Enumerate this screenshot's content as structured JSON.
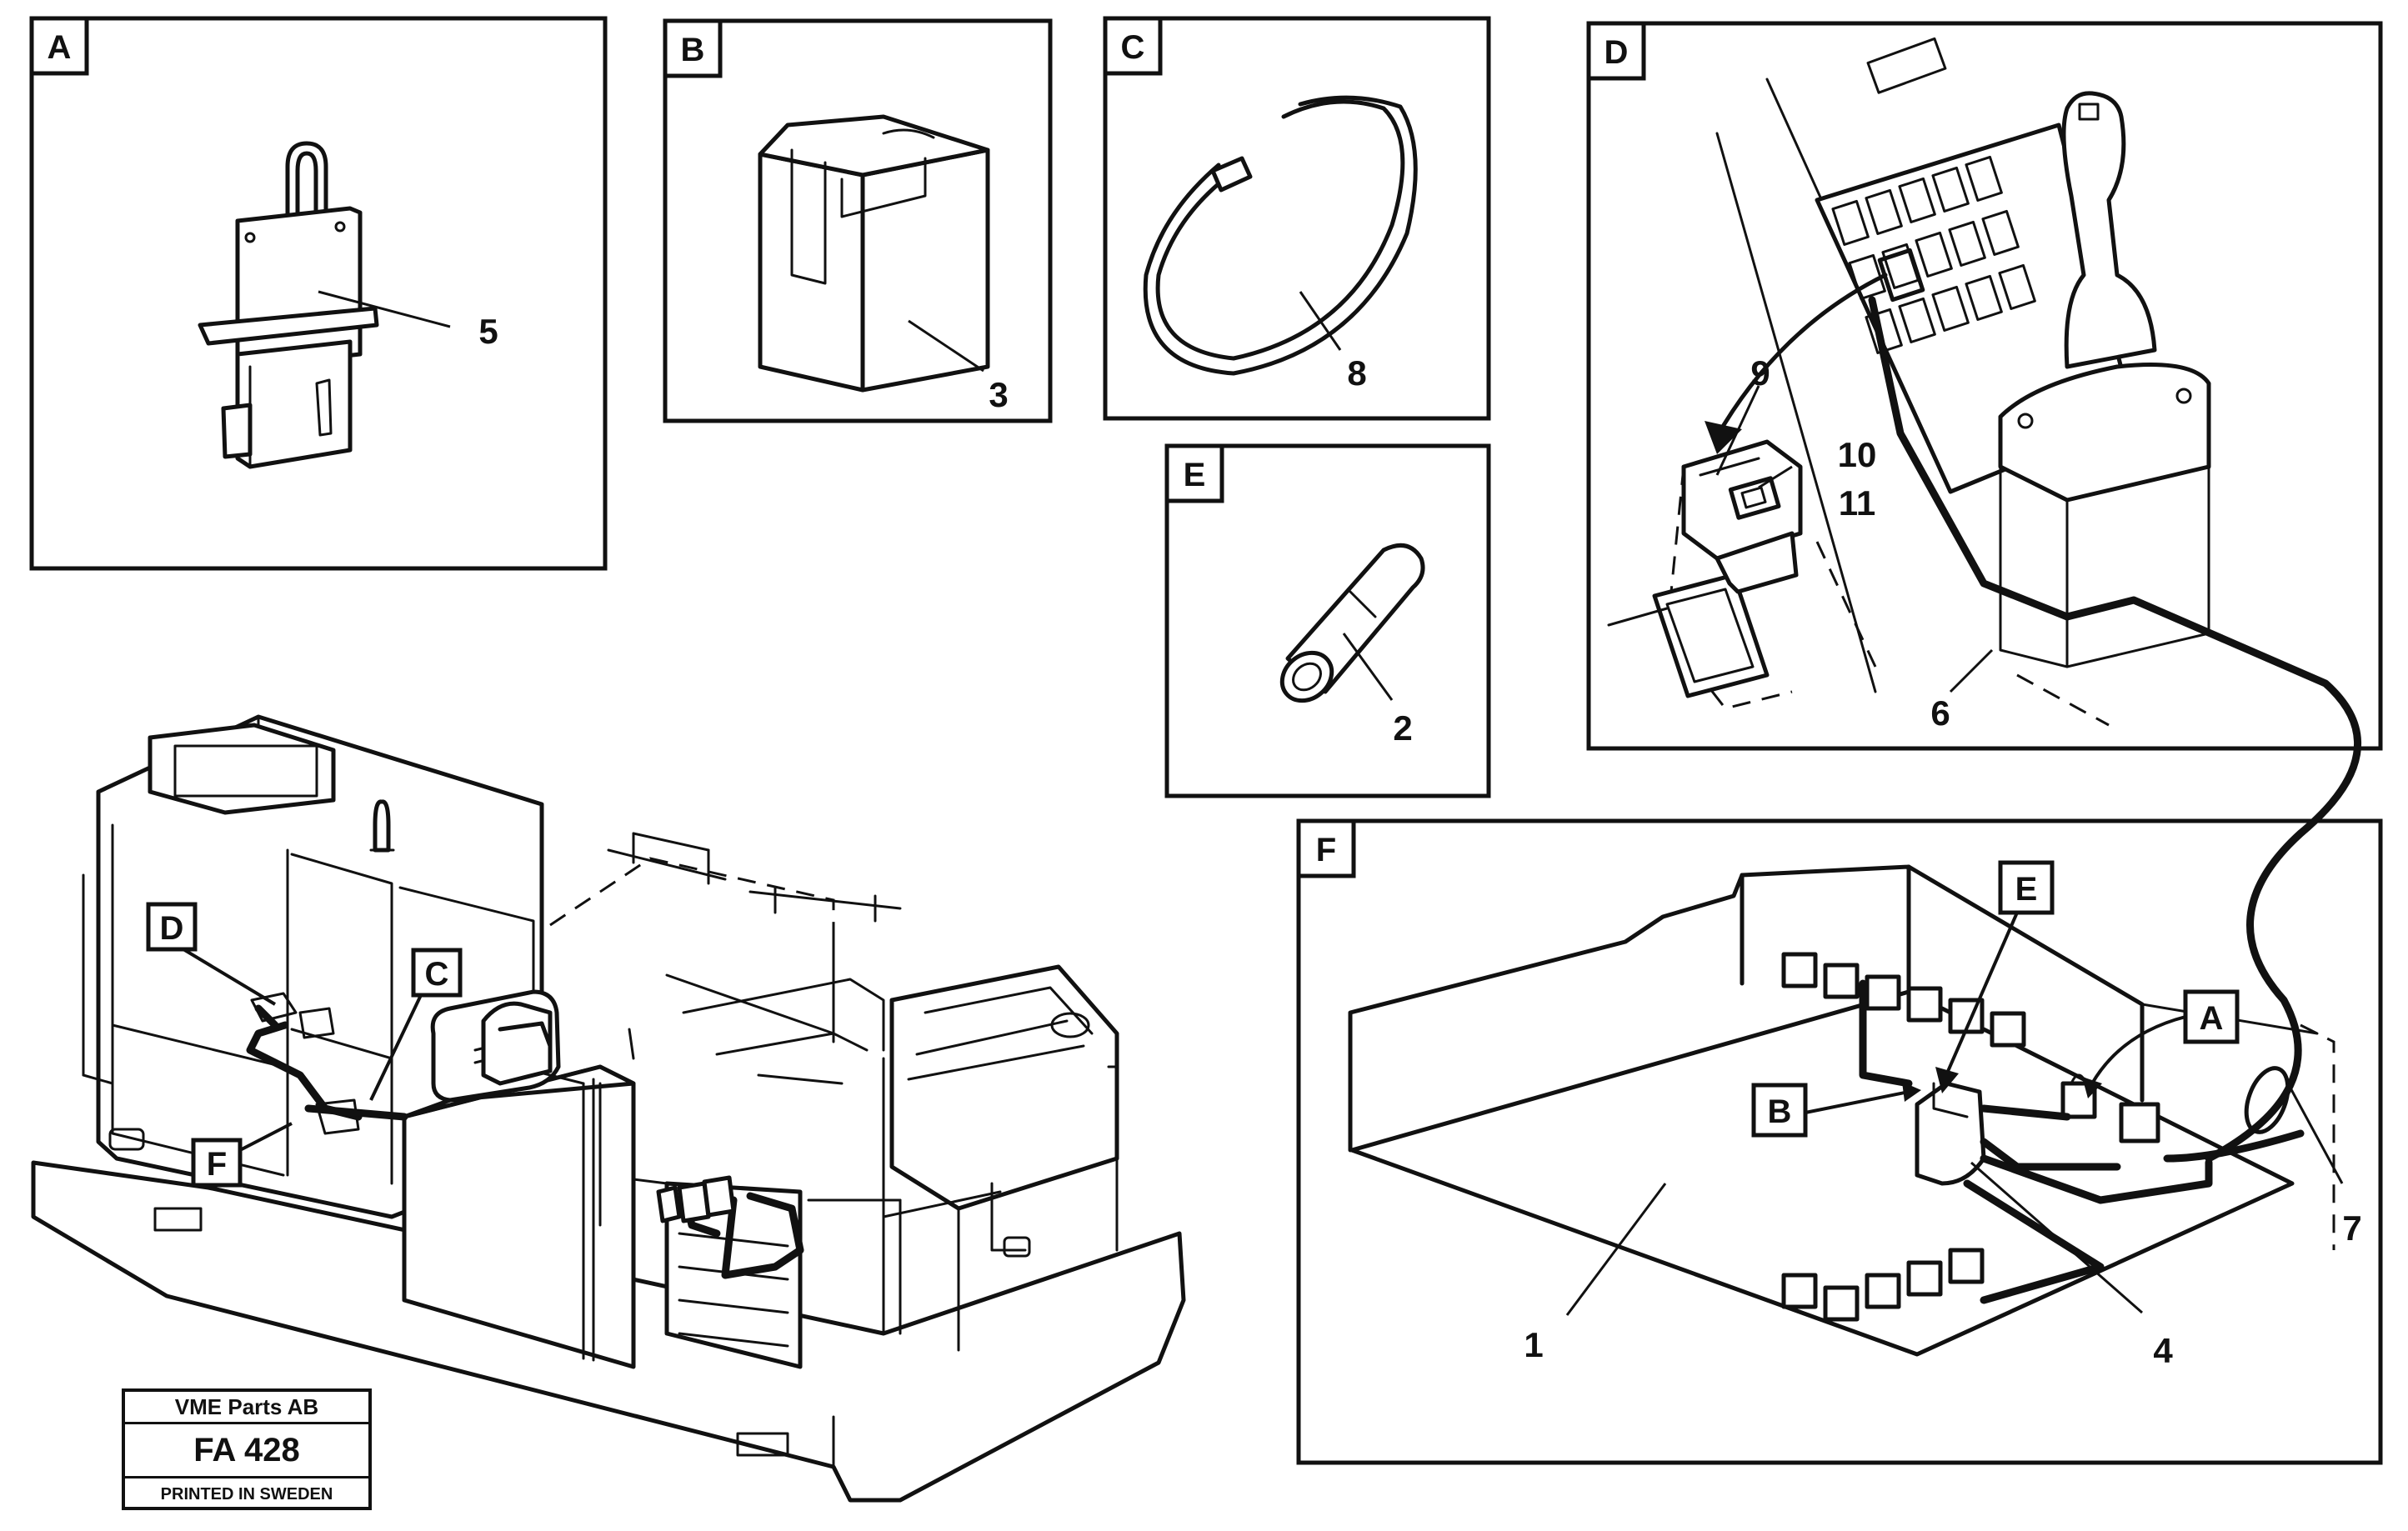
{
  "panels": {
    "A": {
      "label": "A",
      "callouts": [
        "5"
      ]
    },
    "B": {
      "label": "B",
      "callouts": [
        "3"
      ]
    },
    "C": {
      "label": "C",
      "callouts": [
        "8"
      ]
    },
    "D": {
      "label": "D",
      "callouts": [
        "9",
        "10",
        "11",
        "6"
      ]
    },
    "E": {
      "label": "E",
      "callouts": [
        "2"
      ]
    },
    "F": {
      "label": "F",
      "callouts": [
        "E",
        "A",
        "B",
        "1",
        "4",
        "7"
      ]
    }
  },
  "overview_markers": [
    "D",
    "C",
    "F"
  ],
  "stamp": {
    "company": "VME Parts AB",
    "figure_number": "FA 428",
    "printed": "PRINTED IN SWEDEN"
  },
  "colors": {
    "ink": "#111111",
    "paper": "#ffffff"
  }
}
